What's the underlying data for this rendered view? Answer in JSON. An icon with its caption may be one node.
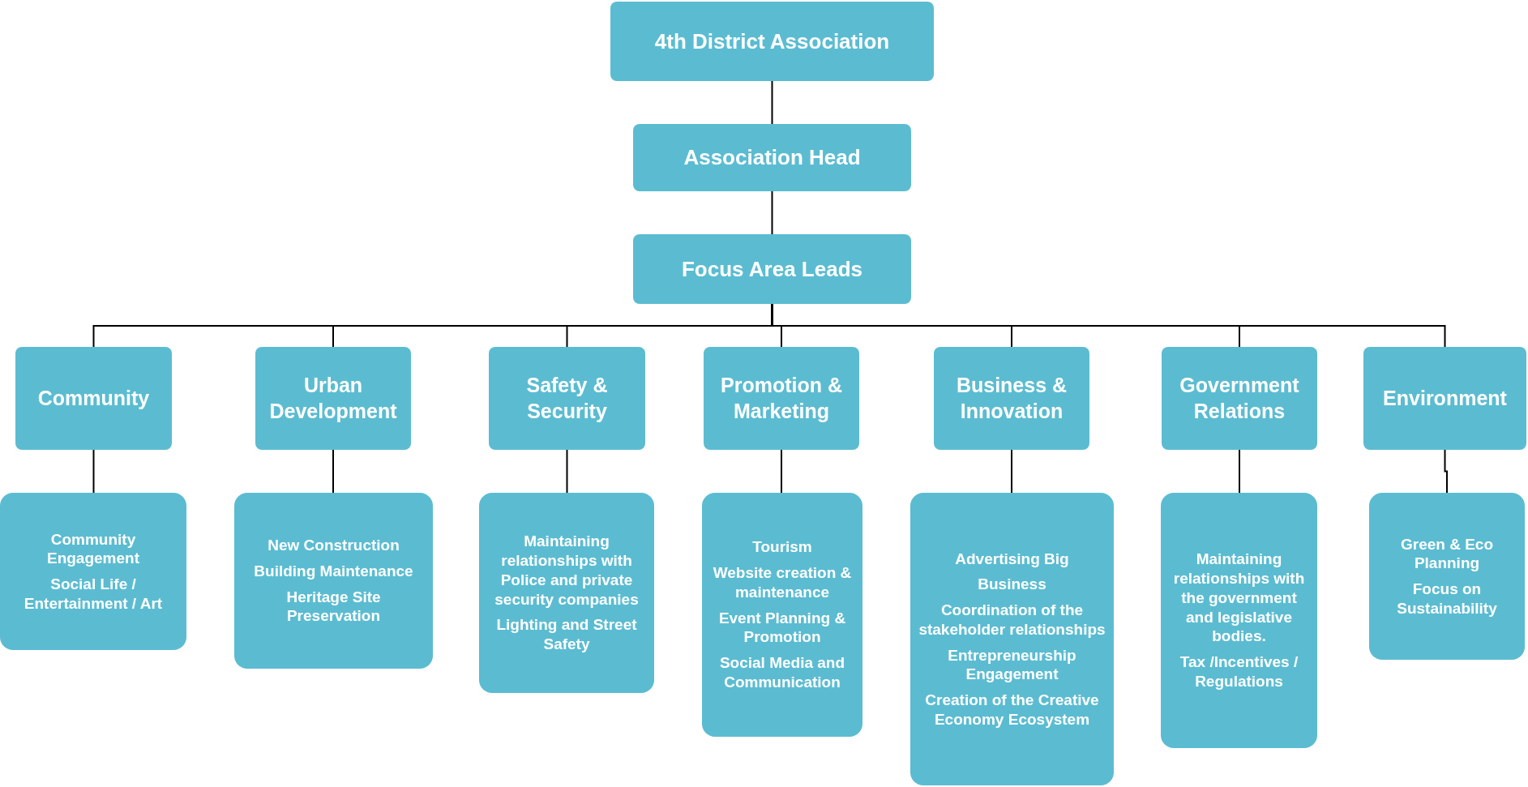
{
  "diagram": {
    "nodes": [
      {
        "text": [
          "4th District Association"
        ]
      },
      {
        "text": [
          "Association Head"
        ]
      },
      {
        "text": [
          "Focus Area Leads"
        ]
      },
      {
        "text": [
          "Community"
        ]
      },
      {
        "text": [
          "Urban Development"
        ]
      },
      {
        "text": [
          "Safety & Security"
        ]
      },
      {
        "text": [
          "Promotion & Marketing"
        ]
      },
      {
        "text": [
          "Business & Innovation"
        ]
      },
      {
        "text": [
          "Government Relations"
        ]
      },
      {
        "text": [
          "Environment"
        ]
      },
      {
        "text": [
          "Community Engagement",
          "Social Life / Entertainment / Art"
        ]
      },
      {
        "text": [
          "New Construction",
          "Building Maintenance",
          "Heritage Site Preservation"
        ]
      },
      {
        "text": [
          "Maintaining relationships with Police and private security companies",
          "Lighting and Street Safety"
        ]
      },
      {
        "text": [
          "Tourism",
          "Website creation & maintenance",
          "Event Planning & Promotion",
          "Social Media and Communication"
        ]
      },
      {
        "text": [
          "Advertising Big",
          "Business",
          "Coordination of the stakeholder relationships",
          "Entrepreneurship Engagement",
          "Creation of the Creative Economy Ecosystem"
        ]
      },
      {
        "text": [
          "Maintaining relationships with the government and legislative bodies.",
          "Tax /Incentives / Regulations"
        ]
      },
      {
        "text": [
          "Green & Eco Planning",
          "Focus on Sustainability"
        ]
      }
    ],
    "edges": [
      {
        "from": 0,
        "to": 1,
        "arrow": "none"
      },
      {
        "from": 1,
        "to": 2,
        "arrow": "none"
      },
      {
        "from": 2,
        "to": 3,
        "arrow": "none"
      },
      {
        "from": 2,
        "to": 4,
        "arrow": "none"
      },
      {
        "from": 2,
        "to": 5,
        "arrow": "none"
      },
      {
        "from": 2,
        "to": 6,
        "arrow": "none"
      },
      {
        "from": 2,
        "to": 7,
        "arrow": "none"
      },
      {
        "from": 2,
        "to": 8,
        "arrow": "none"
      },
      {
        "from": 2,
        "to": 9,
        "arrow": "none"
      },
      {
        "from": 3,
        "to": 10,
        "arrow": "none"
      },
      {
        "from": 4,
        "to": 11,
        "arrow": "none"
      },
      {
        "from": 5,
        "to": 12,
        "arrow": "none"
      },
      {
        "from": 6,
        "to": 13,
        "arrow": "none"
      },
      {
        "from": 7,
        "to": 14,
        "arrow": "none"
      },
      {
        "from": 8,
        "to": 15,
        "arrow": "none"
      },
      {
        "from": 9,
        "to": 16,
        "arrow": "none"
      }
    ]
  }
}
